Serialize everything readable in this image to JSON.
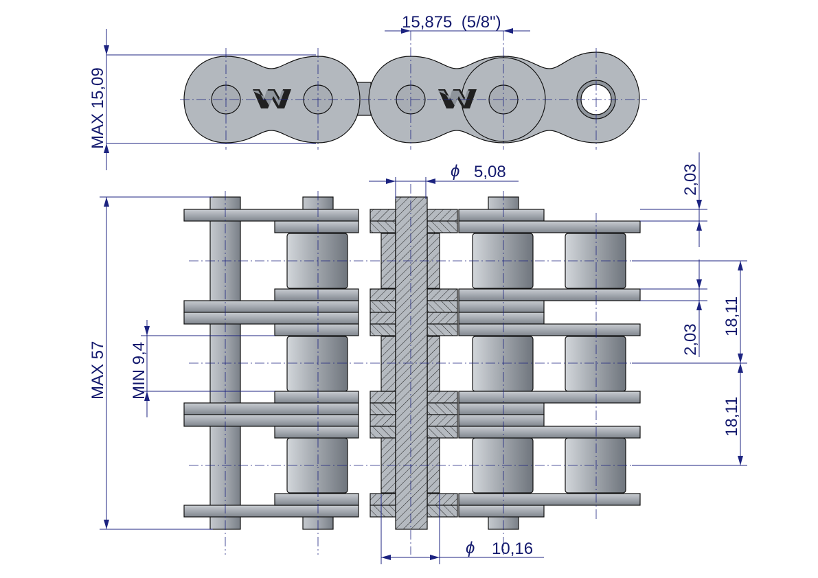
{
  "dimensions": {
    "pitch": "15,875  (5/8\")",
    "max_height": "MAX 15,09",
    "pin_diameter_symbol": "ϕ",
    "pin_diameter": "5,08",
    "plate_thickness_top": "2,03",
    "plate_thickness_mid": "2,03",
    "transverse_pitch_1": "18,11",
    "transverse_pitch_2": "18,11",
    "min_inner_width": "MIN 9,4",
    "max_width": "MAX 57",
    "roller_diameter_symbol": "ϕ",
    "roller_diameter": "10,16"
  },
  "logo": {
    "mark": "W"
  },
  "colors": {
    "dimension": "#1c2380",
    "steel_light": "#b9bec4",
    "steel_dark": "#7d838b",
    "outline": "#111111"
  }
}
